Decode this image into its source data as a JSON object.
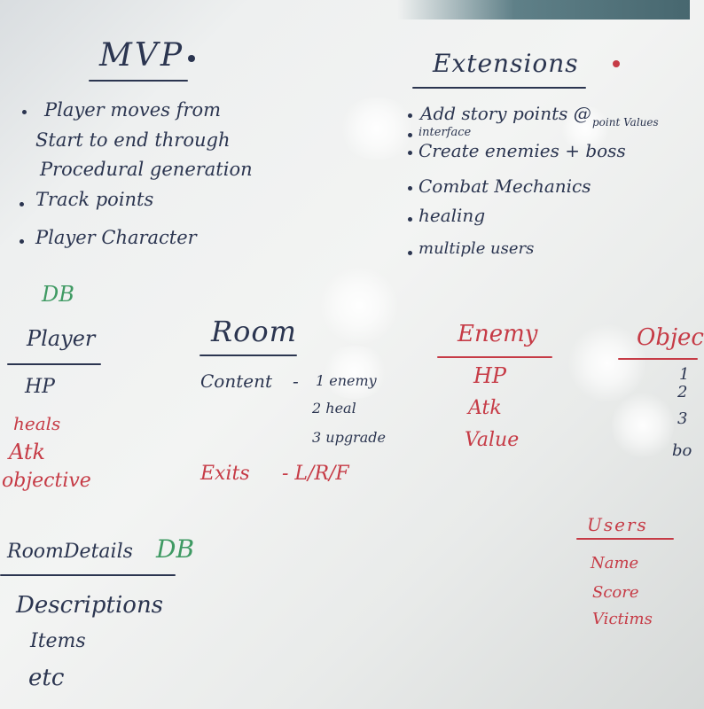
{
  "mvp": {
    "title": "MVP",
    "items": [
      [
        "Player moves from",
        "Start to end through",
        "Procedural generation"
      ],
      [
        "Track points"
      ],
      [
        "Player Character"
      ]
    ]
  },
  "extensions": {
    "title": "Extensions",
    "item1": "Add story points @",
    "item1_note": "point Values",
    "item1_sub": "interface",
    "items": [
      "Create enemies + boss",
      "Combat Mechanics",
      "healing",
      "multiple users"
    ]
  },
  "db_label": "DB",
  "player": {
    "title": "Player",
    "fields": [
      {
        "label": "HP",
        "color": "#2b3550"
      },
      {
        "label": "heals",
        "color": "#c63b46"
      },
      {
        "label": "Atk",
        "color": "#c63b46"
      },
      {
        "label": "objective",
        "color": "#c63b46"
      }
    ]
  },
  "room": {
    "title": "Room",
    "content_label": "Content",
    "content_dash": "-",
    "content_items": [
      "1 enemy",
      "2 heal",
      "3 upgrade"
    ],
    "exits_label": "Exits",
    "exits_value": "- L/R/F"
  },
  "enemy": {
    "title": "Enemy",
    "fields": [
      "HP",
      "Atk",
      "Value"
    ]
  },
  "objects": {
    "title": "Objec",
    "numbers": [
      "1",
      "2",
      "3"
    ],
    "last": "bo"
  },
  "users": {
    "title": "Users",
    "fields": [
      "Name",
      "Score",
      "Victims"
    ]
  },
  "room_details": {
    "title": "RoomDetails",
    "db_label": "DB",
    "fields": [
      "Descriptions",
      "Items",
      "etc"
    ]
  },
  "colors": {
    "blue_marker": "#2b3550",
    "red_marker": "#c63b46",
    "green_marker": "#3f9a63",
    "board": "#eef0f0"
  }
}
